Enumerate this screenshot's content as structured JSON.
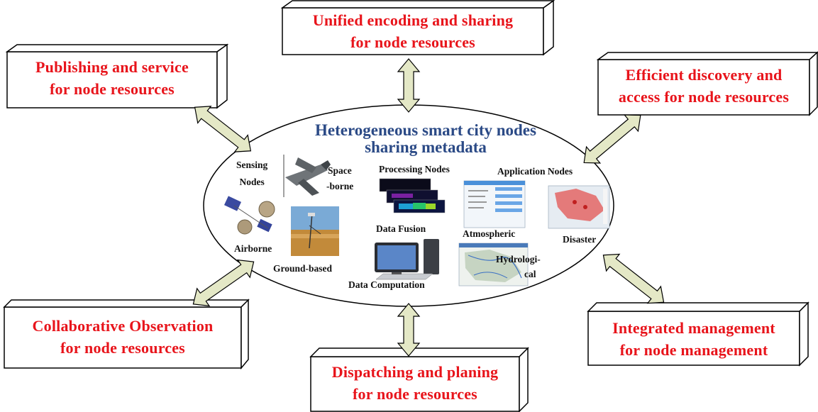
{
  "boxes": {
    "top": {
      "line1": "Unified encoding and sharing",
      "line2": "for node resources"
    },
    "upper_left": {
      "line1": "Publishing and service",
      "line2": "for node resources"
    },
    "upper_right": {
      "line1": "Efficient discovery and",
      "line2": "access for node resources"
    },
    "lower_left": {
      "line1": "Collaborative Observation",
      "line2": "for node resources"
    },
    "lower_right": {
      "line1": "Integrated management",
      "line2": "for node management"
    },
    "bottom": {
      "line1": "Dispatching and planing",
      "line2": "for node resources"
    }
  },
  "center": {
    "title_line1": "Heterogeneous smart city nodes",
    "title_line2": "sharing metadata"
  },
  "sensing": {
    "heading_line1": "Sensing",
    "heading_line2": "Nodes",
    "spaceborne_line1": "Space",
    "spaceborne_line2": "-borne",
    "airborne": "Airborne",
    "ground": "Ground-based"
  },
  "processing": {
    "heading": "Processing Nodes",
    "fusion": "Data Fusion",
    "computation": "Data Computation"
  },
  "application": {
    "heading": "Application Nodes",
    "atmospheric": "Atmospheric",
    "disaster": "Disaster",
    "hydro_line1": "Hydrologi-",
    "hydro_line2": "cal"
  },
  "colors": {
    "box_text": "#e8141b",
    "title": "#2b4a86",
    "arrow_fill": "#e4e8c6",
    "outline": "#000000"
  }
}
